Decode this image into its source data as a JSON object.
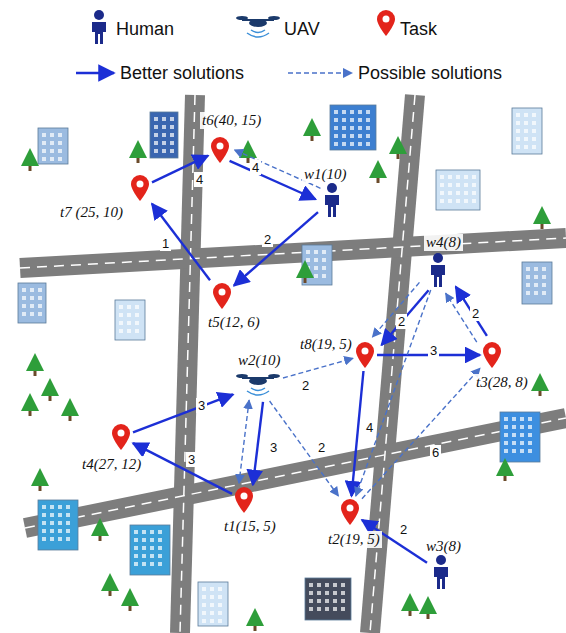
{
  "diagram": {
    "nodes": [
      {
        "text": [
          "t6(40, 15)"
        ]
      },
      {
        "text": [
          "t7 (25, 10)"
        ]
      },
      {
        "text": [
          "w1(10)"
        ]
      },
      {
        "text": [
          "t5(12, 6)"
        ]
      },
      {
        "text": [
          "w4(8)"
        ]
      },
      {
        "text": [
          "t8(19, 5)"
        ]
      },
      {
        "text": [
          "t3(28, 8)"
        ]
      },
      {
        "text": [
          "w2(10)"
        ]
      },
      {
        "text": [
          "t4(27, 12)"
        ]
      },
      {
        "text": [
          "t1(15, 5)"
        ]
      },
      {
        "text": [
          "t2(19, 5)"
        ]
      },
      {
        "text": [
          "w3(8)"
        ]
      }
    ],
    "edges": [
      {
        "from": 2,
        "to": 0,
        "arrow": "to"
      },
      {
        "from": 0,
        "to": 2,
        "label": "4",
        "arrow": "to"
      },
      {
        "from": 2,
        "to": 3,
        "label": "2",
        "arrow": "to"
      },
      {
        "from": 3,
        "to": 1,
        "label": "1",
        "arrow": "to"
      },
      {
        "from": 1,
        "to": 0,
        "label": "4",
        "arrow": "to"
      },
      {
        "from": 4,
        "to": 5,
        "label": "2",
        "arrow": "to"
      },
      {
        "from": 5,
        "to": 6,
        "label": "3",
        "arrow": "to"
      },
      {
        "from": 6,
        "to": 4,
        "label": "2",
        "arrow": "to"
      },
      {
        "from": 4,
        "to": 5,
        "arrow": "to"
      },
      {
        "from": 6,
        "to": 4,
        "arrow": "to"
      },
      {
        "from": 5,
        "to": 10,
        "label": "4",
        "arrow": "to"
      },
      {
        "from": 10,
        "to": 6,
        "label": "6",
        "arrow": "to"
      },
      {
        "from": 4,
        "to": 10,
        "arrow": "to"
      },
      {
        "from": 7,
        "to": 9,
        "arrow": "to"
      },
      {
        "from": 9,
        "to": 8,
        "label": "3",
        "arrow": "to"
      },
      {
        "from": 8,
        "to": 7,
        "label": "3",
        "arrow": "to"
      },
      {
        "from": 7,
        "to": 9,
        "label": "3",
        "arrow": "both"
      },
      {
        "from": 7,
        "to": 5,
        "label": "2",
        "arrow": "to"
      },
      {
        "from": 7,
        "to": 10,
        "label": "2",
        "arrow": "to"
      },
      {
        "from": 11,
        "to": 10,
        "label": "2",
        "arrow": "to"
      }
    ],
    "legend": [
      {
        "text": "Human"
      },
      {
        "text": "UAV"
      },
      {
        "text": "Task"
      },
      {
        "text": "Better solutions"
      },
      {
        "text": "Possible solutions"
      }
    ]
  }
}
